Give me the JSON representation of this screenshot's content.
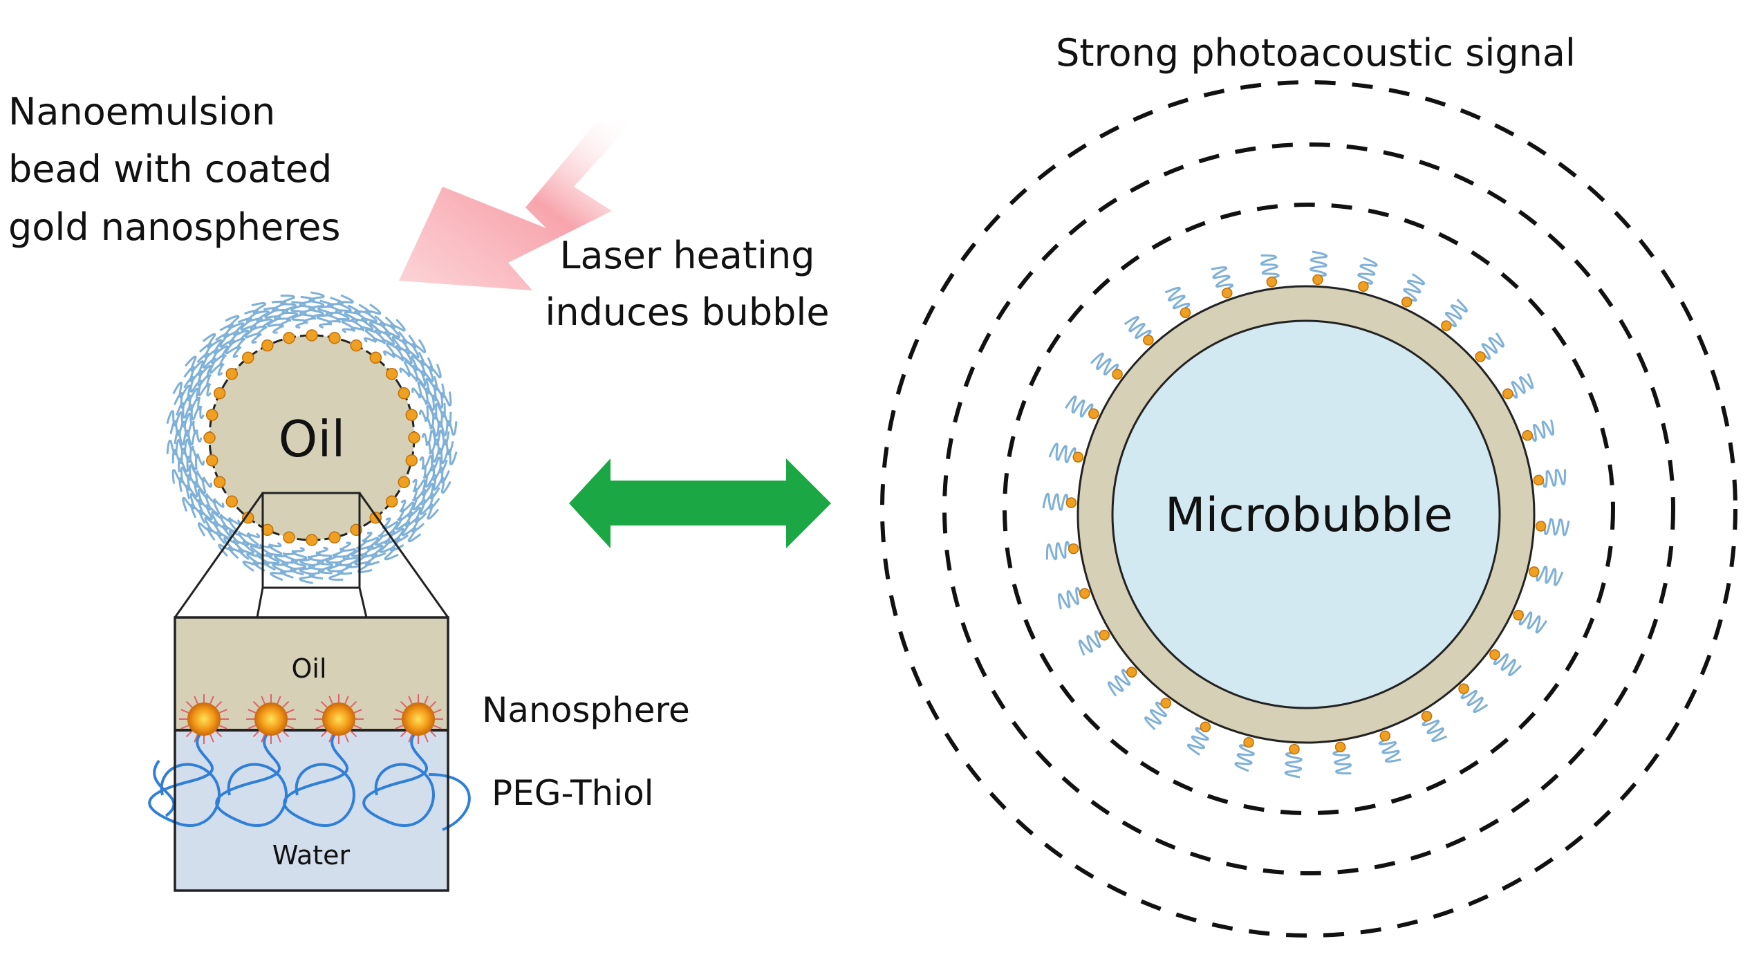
{
  "labels": {
    "bead_caption": [
      "Nanoemulsion",
      "bead with coated",
      "gold nanospheres"
    ],
    "laser_caption": [
      "Laser heating",
      "induces bubble"
    ],
    "bead_core": "Oil",
    "inset_oil": "Oil",
    "inset_water": "Water",
    "nanosphere": "Nanosphere",
    "peg_thiol": "PEG-Thiol",
    "microbubble": "Microbubble",
    "signal": "Strong photoacoustic signal"
  },
  "colors": {
    "oil": "#d5d0b6",
    "water": "#d3deed",
    "bubble": "#d3e9f2",
    "gold": "#f0a020",
    "peg": "#7fb0d8",
    "peg_inset": "#2f7fd8",
    "arrow_green": "#1ba744",
    "laser_pink": "#f7a6ad",
    "stroke": "#1a1a1a"
  },
  "counts": {
    "bead_nanospheres": 28,
    "inset_nanospheres": 4,
    "bubble_nanospheres": 32,
    "signal_rings": 3
  }
}
